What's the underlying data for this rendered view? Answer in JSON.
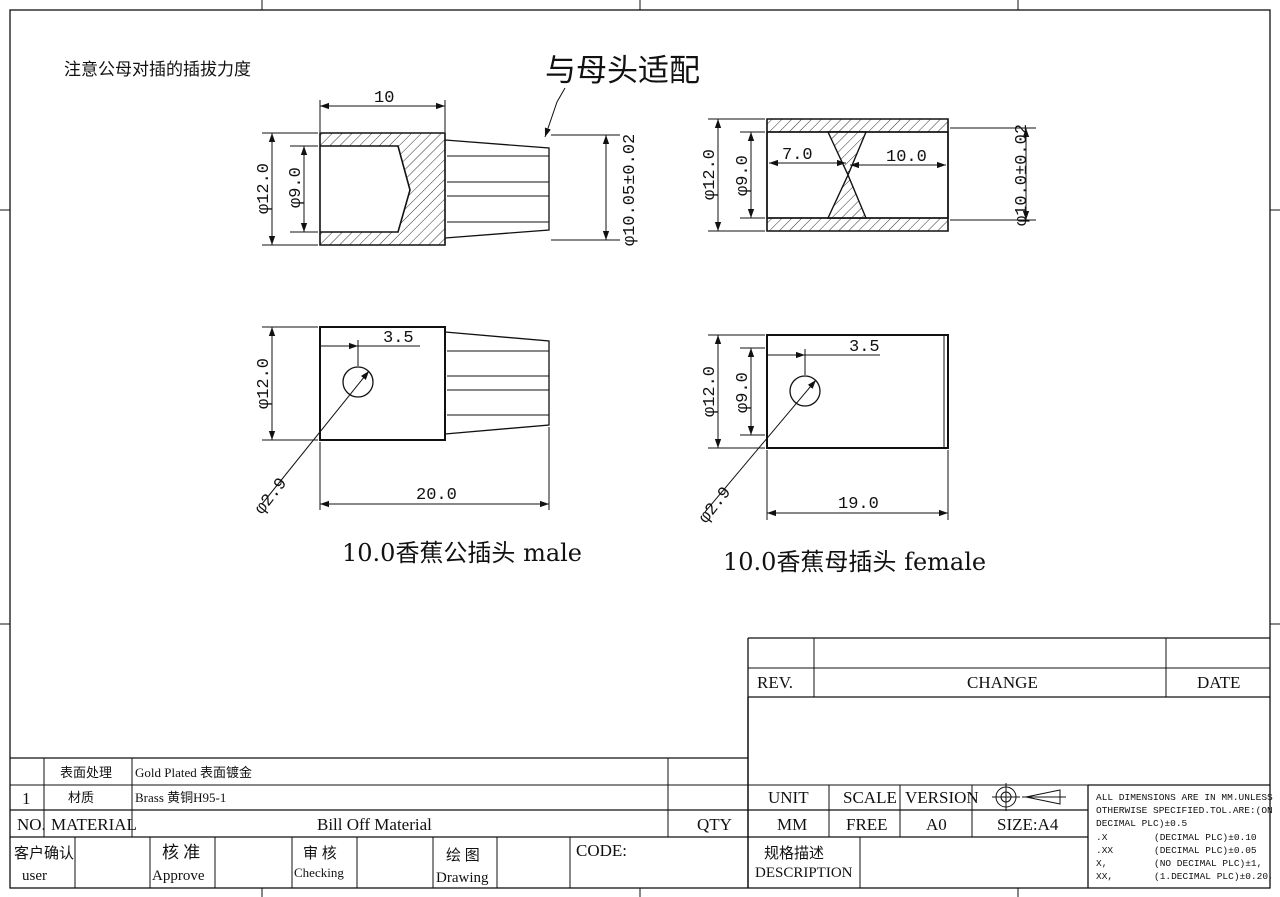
{
  "notes": {
    "top_left": "注意公母对插的插拔力度",
    "callout": "与母头适配"
  },
  "views": {
    "male_section": {
      "length_dim": "10",
      "outer_dia": "φ12.0",
      "inner_dia": "φ9.0",
      "tip_dia": "φ10.05±0.02"
    },
    "female_section": {
      "left_depth": "7.0",
      "right_depth": "10.0",
      "outer_dia": "φ12.0",
      "inner_dia": "φ9.0",
      "tip_dia": "φ10.0±0.02"
    },
    "male_side": {
      "hole_pos": "3.5",
      "outer_dia": "φ12.0",
      "hole_dia": "φ2.9",
      "total_len": "20.0",
      "title": "10.0香蕉公插头 male"
    },
    "female_side": {
      "hole_pos": "3.5",
      "outer_dia": "φ12.0",
      "inner_dia": "φ9.0",
      "hole_dia": "φ2.9",
      "total_len": "19.0",
      "title": "10.0香蕉母插头 female"
    }
  },
  "revision_table": {
    "rev": "REV.",
    "change": "CHANGE",
    "date": "DATE"
  },
  "bom": {
    "finish_label": "表面处理",
    "finish_value": "Gold Plated 表面镀金",
    "row_no": "1",
    "material_label": "材质",
    "material_value": "Brass  黄铜H95-1",
    "no_header": "NO.",
    "material_header": "MATERIAL",
    "bill_header": "Bill Off Material",
    "qty_header": "QTY"
  },
  "approvals": {
    "customer_cn": "客户确认",
    "customer_en": "user",
    "approve_cn": "核 准",
    "approve_en": "Approve",
    "check_cn": "审 核",
    "check_en": "Checking",
    "draw_cn": "绘 图",
    "draw_en": "Drawing",
    "code": "CODE:"
  },
  "spec": {
    "unit_label": "UNIT",
    "unit_value": "MM",
    "scale_label": "SCALE",
    "scale_value": "FREE",
    "version_label": "VERSION",
    "version_value": "A0",
    "size": "SIZE:A4",
    "desc_cn": "规格描述",
    "desc_en": "DESCRIPTION"
  },
  "tolerances": {
    "line1": "ALL DIMENSIONS ARE IN MM.UNLESS",
    "line2": "OTHERWISE SPECIFIED.TOL.ARE:(ON",
    "line3": "DECIMAL PLC)±0.5",
    "rows": [
      {
        "key": ".X",
        "text": "(DECIMAL PLC)±0.10"
      },
      {
        "key": ".XX",
        "text": "(DECIMAL PLC)±0.05"
      },
      {
        "key": "X,",
        "text": "(NO DECIMAL PLC)±1,"
      },
      {
        "key": "XX,",
        "text": "(1.DECIMAL PLC)±0.20,"
      }
    ]
  }
}
